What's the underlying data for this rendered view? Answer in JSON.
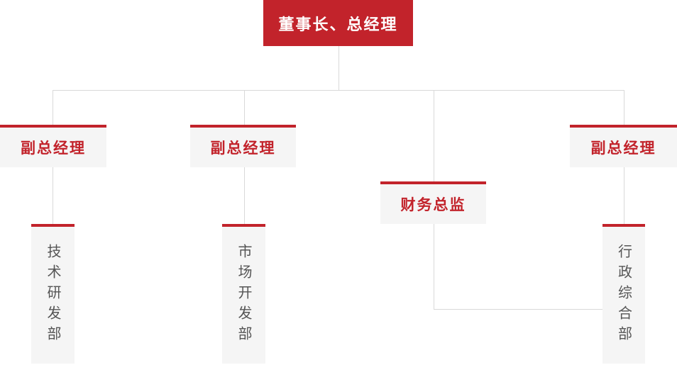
{
  "diagram": {
    "type": "org-chart",
    "title_node": "董事长、总经理",
    "root": {
      "label": "董事长、总经理"
    },
    "managers": [
      {
        "id": "vp1",
        "label": "副总经理"
      },
      {
        "id": "vp2",
        "label": "副总经理"
      },
      {
        "id": "cfo",
        "label": "财务总监"
      },
      {
        "id": "vp3",
        "label": "副总经理"
      }
    ],
    "departments": [
      {
        "id": "dept1",
        "label": "技术研发部"
      },
      {
        "id": "dept2",
        "label": "市场开发部"
      },
      {
        "id": "dept3",
        "label": "行政综合部"
      }
    ],
    "edges": [
      {
        "from": "root",
        "to": "vp1"
      },
      {
        "from": "root",
        "to": "vp2"
      },
      {
        "from": "root",
        "to": "cfo"
      },
      {
        "from": "root",
        "to": "vp3"
      },
      {
        "from": "vp1",
        "to": "dept1"
      },
      {
        "from": "vp2",
        "to": "dept2"
      },
      {
        "from": "vp3",
        "to": "dept3"
      },
      {
        "from": "cfo",
        "to": "dept3"
      }
    ]
  },
  "colors": {
    "primary_red": "#c2232b",
    "node_background": "#f5f5f5",
    "connector_line": "#d9d9d9",
    "department_text": "#555555",
    "root_text": "#ffffff",
    "page_background": "#ffffff"
  }
}
